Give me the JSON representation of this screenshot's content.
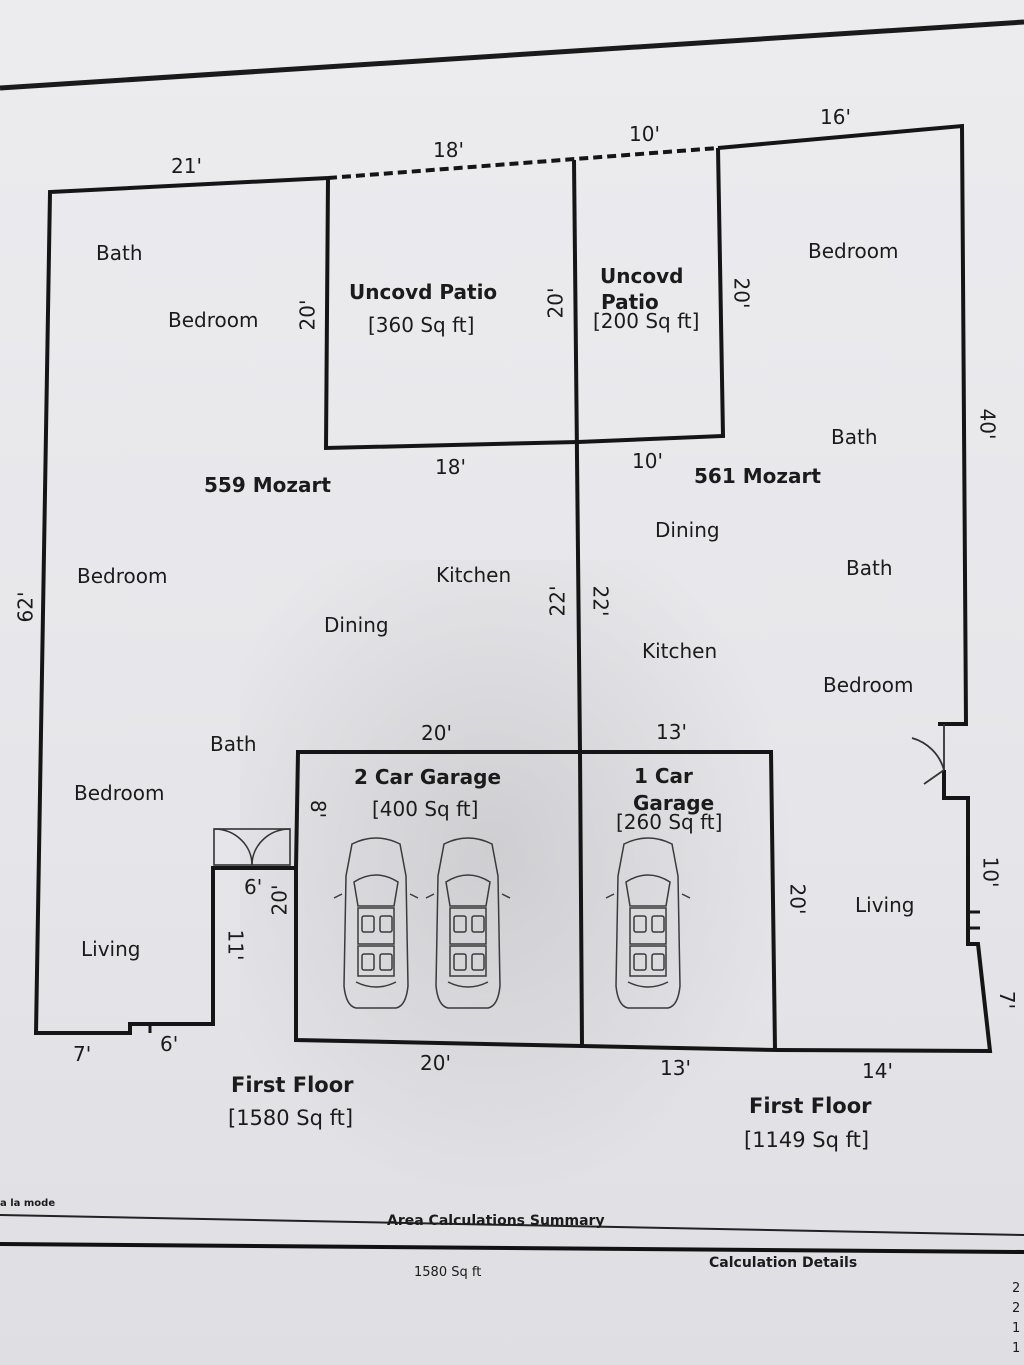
{
  "plan": {
    "left_unit": {
      "name": "559 Mozart",
      "floor_label": "First Floor",
      "floor_area": "[1580 Sq ft]",
      "rooms": [
        "Bath",
        "Bedroom",
        "Bedroom",
        "Kitchen",
        "Dining",
        "Bath",
        "Bedroom",
        "Living"
      ]
    },
    "right_unit": {
      "name": "561 Mozart",
      "floor_label": "First Floor",
      "floor_area": "[1149 Sq ft]",
      "rooms": [
        "Bedroom",
        "Bath",
        "Dining",
        "Bath",
        "Kitchen",
        "Bedroom",
        "Living"
      ]
    },
    "patio_left": {
      "title": "Uncovd Patio",
      "area": "[360 Sq ft]"
    },
    "patio_right": {
      "title_line1": "Uncovd",
      "title_line2": "Patio",
      "area": "[200 Sq ft]"
    },
    "garage_left": {
      "title": "2 Car Garage",
      "area": "[400 Sq ft]"
    },
    "garage_right": {
      "title_line1": "1 Car",
      "title_line2": "Garage",
      "area": "[260 Sq ft]"
    },
    "dimensions": {
      "top_21": "21'",
      "top_18": "18'",
      "top_10": "10'",
      "top_16": "16'",
      "patio_left_h": "20'",
      "patio_mid_h": "20'",
      "patio_right_h": "20'",
      "patio_bottom_18": "18'",
      "patio_bottom_10": "10'",
      "left_62": "62'",
      "right_40": "40'",
      "mid_22a": "22'",
      "mid_22b": "22'",
      "garage_top_20": "20'",
      "garage_top_13": "13'",
      "garage_8": "8'",
      "garage_20_left": "20'",
      "garage_20_right": "20'",
      "notch_6a": "6'",
      "notch_11": "11'",
      "bottom_7": "7'",
      "bottom_6": "6'",
      "bottom_20": "20'",
      "bottom_13": "13'",
      "bottom_14": "14'",
      "right_10": "10'",
      "right_7": "7'"
    }
  },
  "footer": {
    "software": "a la mode",
    "summary_title": "Area Calculations Summary",
    "total": "1580 Sq ft",
    "details_title": "Calculation Details",
    "edge_digits": [
      "2",
      "2",
      "1",
      "1"
    ]
  }
}
